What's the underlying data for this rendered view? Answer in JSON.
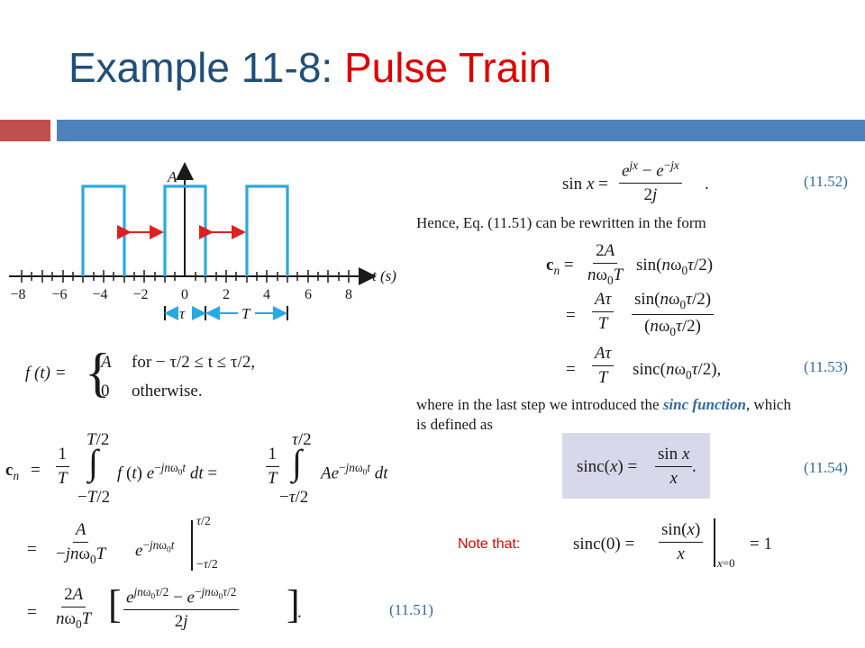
{
  "title": {
    "part1": "Example 11-8",
    "colon": ":",
    "part2": "Pulse Train"
  },
  "colors": {
    "title_blue": "#1f4e79",
    "title_red": "#e00000",
    "bar_red": "#c0504d",
    "bar_blue": "#4f81bd",
    "pulse_cyan": "#29a9e0",
    "arrow_red": "#e02020",
    "eq_number_blue": "#2f6aa3",
    "box_lavender": "#d9d7ea"
  },
  "graph": {
    "y_label": "A",
    "x_label": "t (s)",
    "ticks": [
      "−8",
      "−6",
      "−4",
      "−2",
      "0",
      "2",
      "4",
      "6",
      "8"
    ],
    "tau_label": "τ",
    "period_label": "T"
  },
  "eq_numbers": {
    "e1152": "(11.52)",
    "e1153": "(11.53)",
    "e1154": "(11.54)",
    "e1151": "(11.51)"
  },
  "text": {
    "hence": "Hence, Eq. (11.51) can be rewritten in the form",
    "where_pre": "where in the last step we introduced the ",
    "sinc_function": "sinc function",
    "where_post": ", which",
    "defined": "is defined as",
    "note": "Note that:"
  },
  "piecewise": {
    "lhs": "f (t) =",
    "case1_val": "A",
    "case1_cond": "for  − τ/2 ≤ t ≤ τ/2,",
    "case2_val": "0",
    "case2_cond": "otherwise."
  }
}
